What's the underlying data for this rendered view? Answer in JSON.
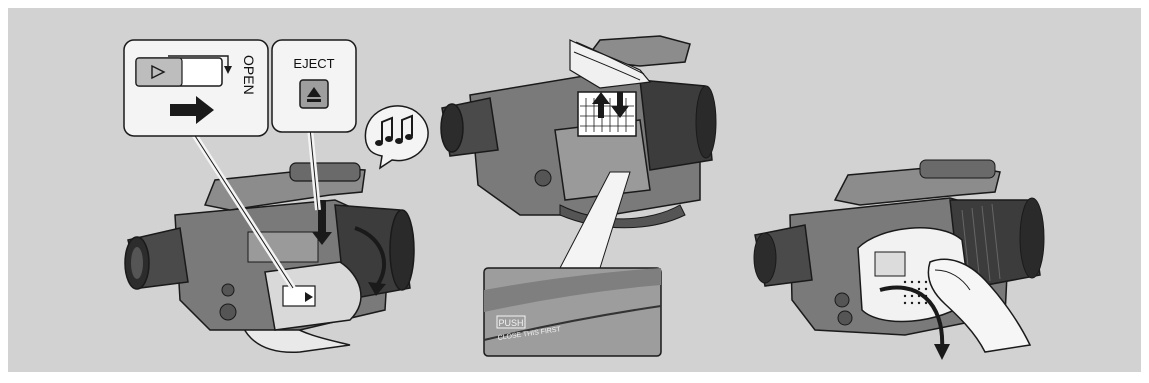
{
  "colors": {
    "panel_background": "#d2d2d2",
    "callout_background": "#f4f4f4",
    "camera_body": "#7a7a7a",
    "camera_dark": "#3c3c3c",
    "camera_light": "#b5b5b5",
    "outline": "#1a1a1a"
  },
  "step1": {
    "switch_label": "OPEN",
    "eject_label": "EJECT",
    "eject_icon": "eject-icon",
    "sound_icon": "music-notes-icon",
    "arrow_icon": "arrow-right-icon"
  },
  "step2": {
    "push_label": "PUSH",
    "close_label": "CLOSE THIS FIRST",
    "arrow_icons": [
      "arrow-up-icon",
      "arrow-down-icon"
    ]
  },
  "step3": {
    "hand_icon": "hand-icon",
    "close_arrow_icon": "curved-arrow-down-icon"
  }
}
